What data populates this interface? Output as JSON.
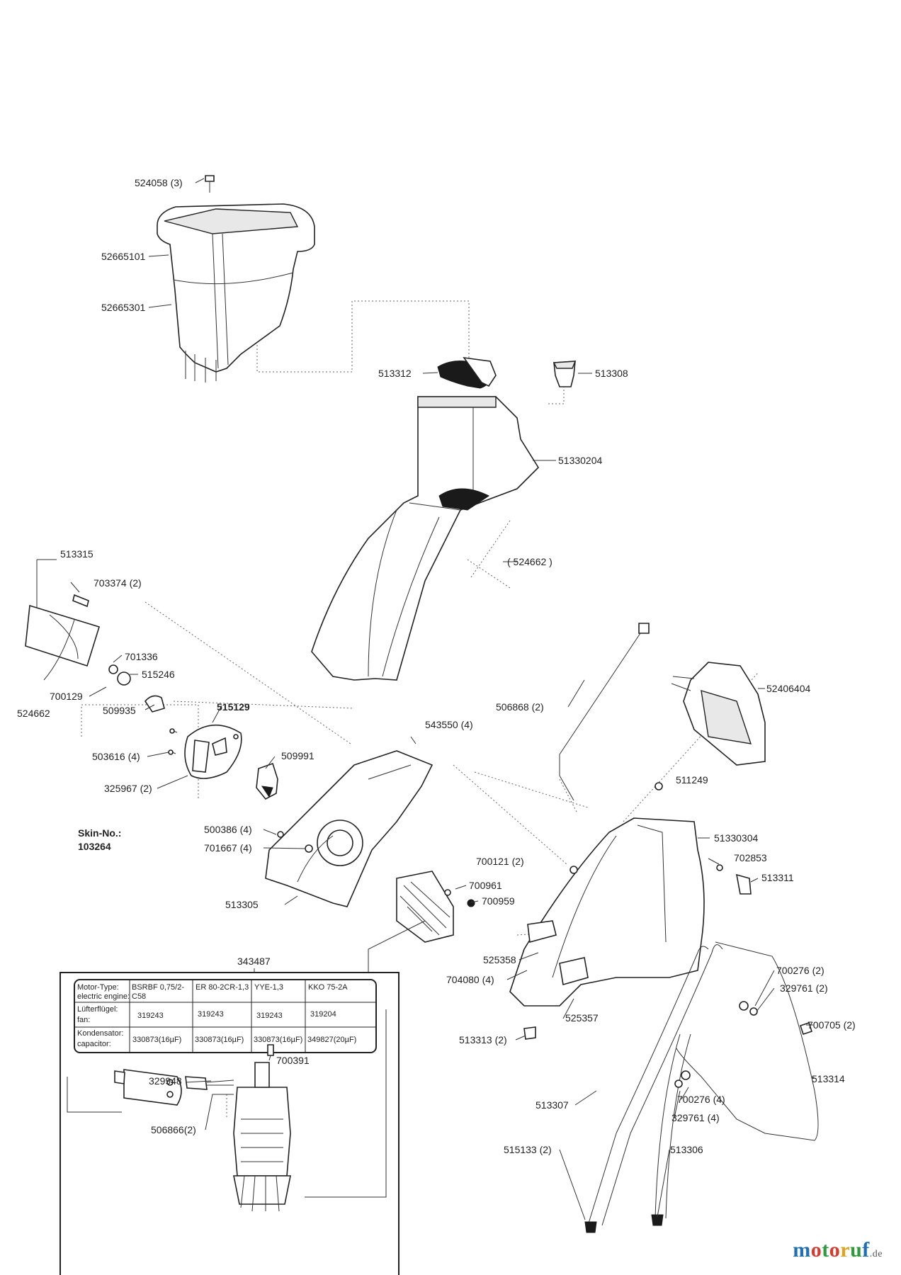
{
  "labels": {
    "p524058": "524058 (3)",
    "p52665101": "52665101",
    "p52665301": "52665301",
    "p513312": "513312",
    "p513308": "513308",
    "p51330204": "51330204",
    "p524662b": "( 524662 )",
    "p513315": "513315",
    "p703374": "703374 (2)",
    "p701336": "701336",
    "p515246": "515246",
    "p700129": "700129",
    "p524662": "524662",
    "p509935": "509935",
    "p515129": "515129",
    "p503616": "503616 (4)",
    "p509991": "509991",
    "p325967": "325967 (2)",
    "skin1": "Skin-No.:",
    "skin2": "103264",
    "p543550": "543550 (4)",
    "p506868": "506868 (2)",
    "p52406404": "52406404",
    "p511249": "511249",
    "p500386": "500386 (4)",
    "p701667": "701667 (4)",
    "p51330304": "51330304",
    "p700121": "700121 (2)",
    "p702853": "702853",
    "p513311": "513311",
    "p700961": "700961",
    "p700959": "700959",
    "p513305": "513305",
    "p525358": "525358",
    "p343487": "343487",
    "p704080": "704080 (4)",
    "p700276a": "700276 (2)",
    "p329761a": "329761 (2)",
    "p525357": "525357",
    "p513313": "513313 (2)",
    "p700705": "700705 (2)",
    "p513314": "513314",
    "p329948": "329948",
    "p700391": "700391",
    "p513307": "513307",
    "p700276b": "700276 (4)",
    "p329761b": "329761 (4)",
    "p506866": "506866(2)",
    "p515133": "515133 (2)",
    "p513306": "513306"
  },
  "motor_table": {
    "rows": [
      [
        "Motor-Type:",
        "electric engine:",
        "BSRBF 0,75/2-",
        "C58",
        "ER 80-2CR-1,3",
        "YYE-1,3",
        "KKO 75-2A"
      ],
      [
        "Lüfterflügel:",
        "fan:",
        "319243",
        "",
        "319243",
        "319243",
        "319204"
      ],
      [
        "Kondensator:",
        "capacitor:",
        "330873(16µF)",
        "",
        "330873(16µF)",
        "330873(16µF)",
        "349827(20µF)"
      ]
    ]
  },
  "logo": {
    "main": "motoruf",
    "suffix": ".de"
  },
  "colors": {
    "line": "#222222",
    "logo_m": "#1e6fb5",
    "logo_o": "#d63b2f",
    "logo_t": "#2e9a3b",
    "logo_r": "#e3a21a"
  }
}
